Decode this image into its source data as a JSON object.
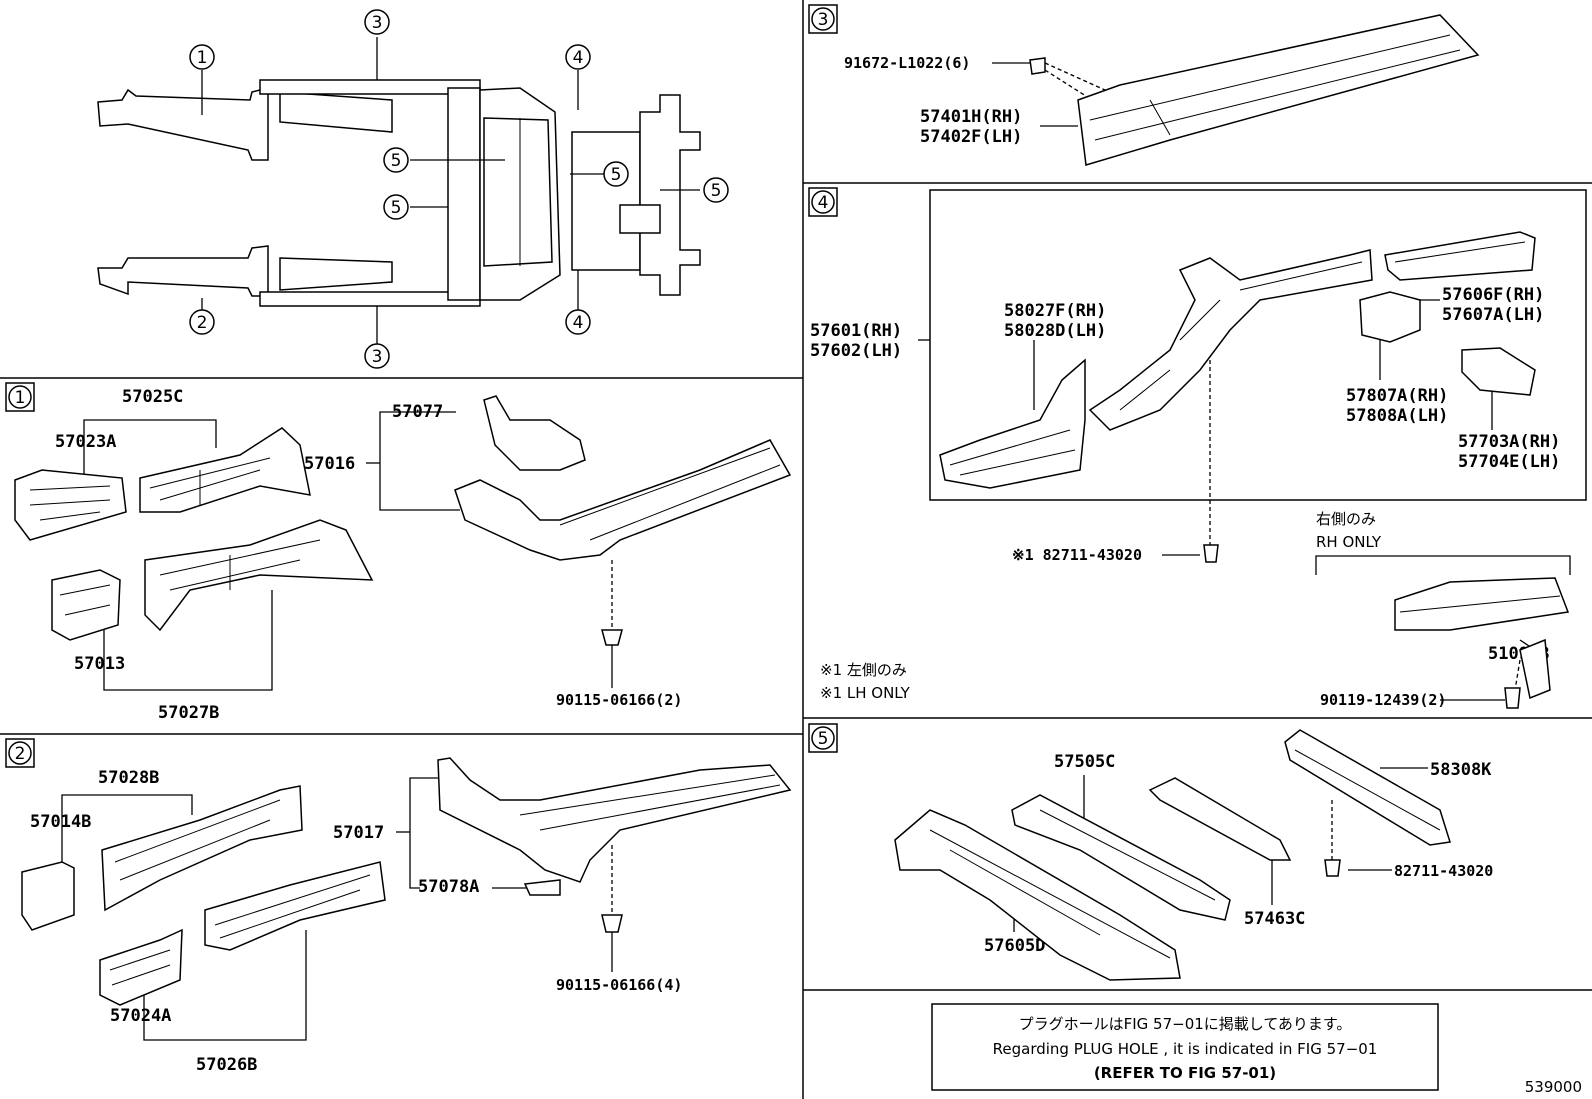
{
  "overview": {
    "callouts": [
      "1",
      "2",
      "3",
      "3",
      "4",
      "4",
      "5",
      "5",
      "5",
      "5"
    ]
  },
  "section1": {
    "number": "1",
    "parts": [
      "57025C",
      "57023A",
      "57016",
      "57077",
      "57013",
      "57027B",
      "90115-06166(2)"
    ]
  },
  "section2": {
    "number": "2",
    "parts": [
      "57028B",
      "57014B",
      "57017",
      "57078A",
      "57024A",
      "57026B",
      "90115-06166(4)"
    ]
  },
  "section3": {
    "number": "3",
    "parts": [
      "91672-L1022(6)",
      "57401H(RH)",
      "57402F(LH)"
    ]
  },
  "section4": {
    "number": "4",
    "parts": [
      "57601(RH)",
      "57602(LH)",
      "58027F(RH)",
      "58028D(LH)",
      "57606F(RH)",
      "57607A(LH)",
      "57807A(RH)",
      "57808A(LH)",
      "57703A(RH)",
      "57704E(LH)",
      "※1 82711-43020",
      "51095B",
      "90119-12439(2)"
    ],
    "rh_only_jp": "右側のみ",
    "rh_only_en": "RH ONLY",
    "note1_jp": "※1 左側のみ",
    "note1_en": "※1 LH ONLY"
  },
  "section5": {
    "number": "5",
    "parts": [
      "57505C",
      "58308K",
      "82711-43020",
      "57463C",
      "57605D"
    ]
  },
  "notice": {
    "line1": "プラグホールはFIG 57−01に掲載してあります。",
    "line2": "Regarding PLUG HOLE , it is indicated in FIG 57−01",
    "line3": "(REFER TO FIG 57-01)"
  },
  "figure_id": "539000"
}
